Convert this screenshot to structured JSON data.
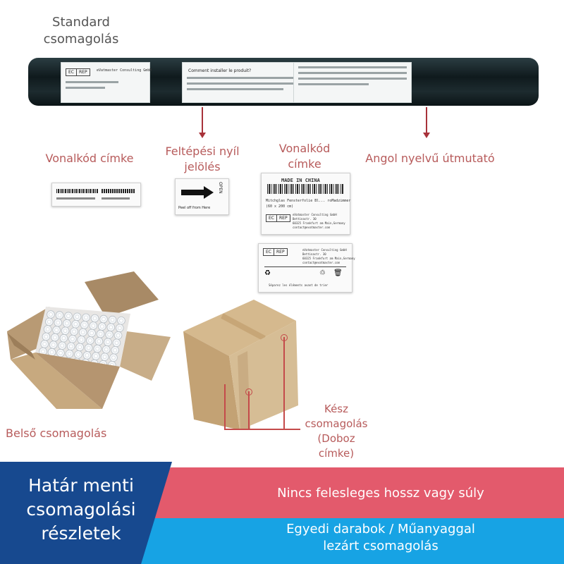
{
  "labels": {
    "standard_line1": "Standard",
    "standard_line2": "csomagolás",
    "barcode_label": "Vonalkód címke",
    "tear_line1": "Feltépési nyíl",
    "tear_line2": "jelölés",
    "barcode2_line1": "Vonalkód",
    "barcode2_line2": "címke",
    "english_guide": "Angol nyelvű útmutató",
    "inner_pack": "Belső csomagolás",
    "ready_line1": "Kész",
    "ready_line2": "csomagolás",
    "ready_line3": "(Doboz",
    "ready_line4": "címke)"
  },
  "roll": {
    "sheet1_heading": "Comment installer le produit?",
    "sheet1_company": "eVatmaster Consulting GmbH",
    "ec": "EC",
    "rep": "REP"
  },
  "stickers": {
    "tear_text": "Peel off from Here",
    "open_text": "OPEN",
    "made_in": "MADE IN CHINA",
    "product_line": "Mitchglas Fensterfolie Bl... roMadzimmer",
    "size_line": "(60 x 200 cm)",
    "company": "eVatmaster Consulting GmbH",
    "street": "Bettinastr. 30",
    "city": "60325 Frankfurt am Main,Germany",
    "email": "contact@evatmaster.com",
    "ec": "EC",
    "rep": "REP",
    "sort_text": "Séparez les éléments avant de trier"
  },
  "banner": {
    "title_line1": "Határ menti",
    "title_line2": "csomagolási",
    "title_line3": "részletek",
    "red_text": "Nincs felesleges hossz vagy súly",
    "blue_line1": "Egyedi darabok / Műanyaggal",
    "blue_line2": "lezárt csomagolás"
  },
  "colors": {
    "label_red": "#b75b5b",
    "arrow_red": "#a8323a",
    "banner_navy": "#17498f",
    "banner_red": "#e35a6c",
    "banner_cyan": "#17a3e4"
  }
}
